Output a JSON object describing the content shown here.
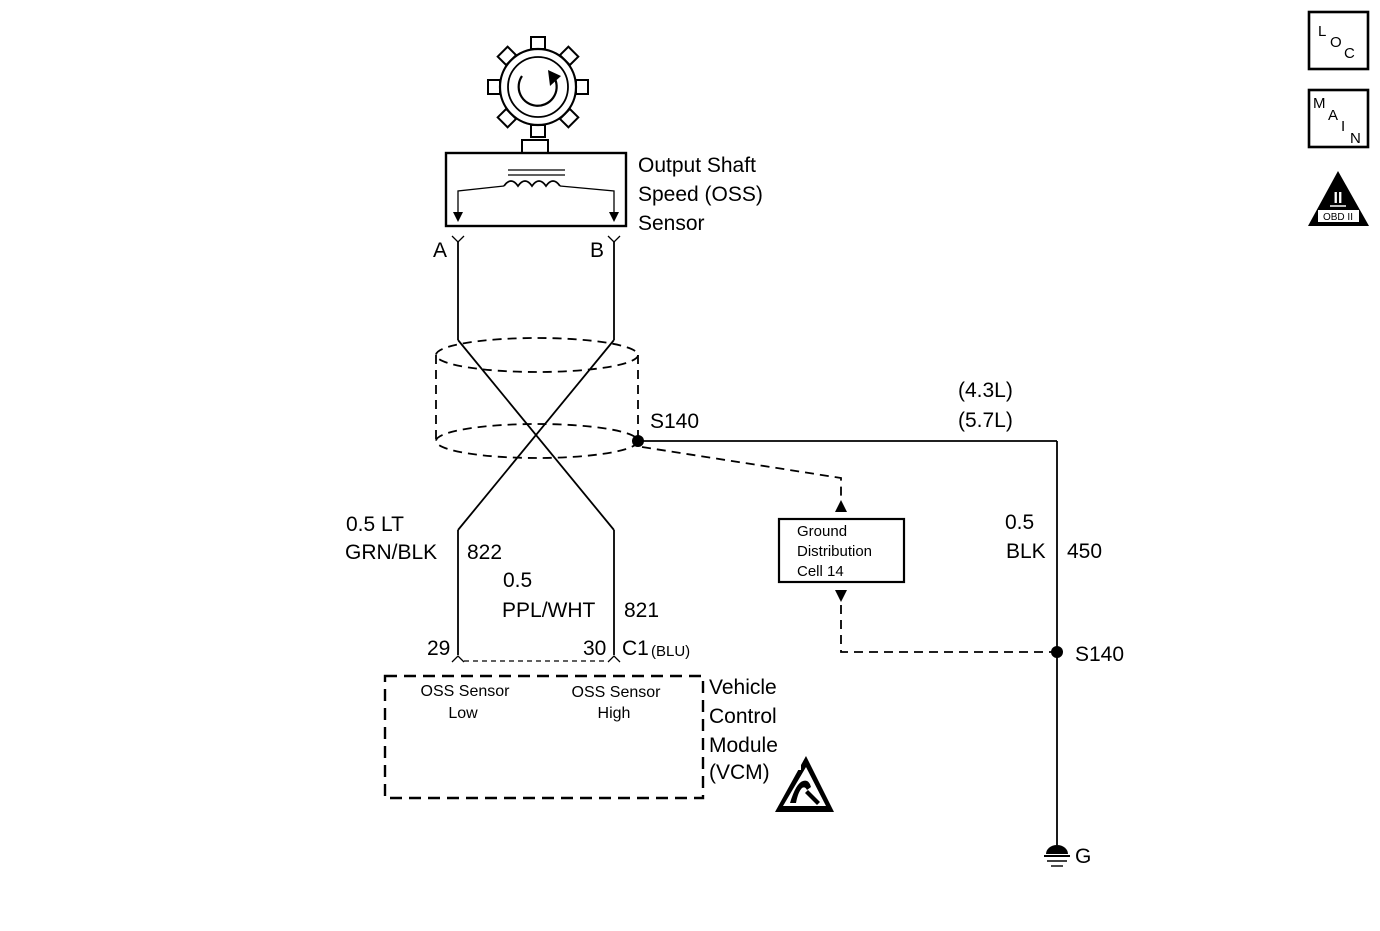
{
  "sensor": {
    "title_line1": "Output Shaft",
    "title_line2": "Speed (OSS)",
    "title_line3": "Sensor",
    "pin_a": "A",
    "pin_b": "B"
  },
  "wires": {
    "left_size": "0.5 LT",
    "left_color": "GRN/BLK",
    "left_circuit": "822",
    "right_size": "0.5",
    "right_color": "PPL/WHT",
    "right_circuit": "821",
    "ground_size": "0.5",
    "ground_color": "BLK",
    "ground_circuit": "450"
  },
  "splices": {
    "top": "S140",
    "bottom": "S140"
  },
  "engine_options": {
    "line1": "(4.3L)",
    "line2": "(5.7L)"
  },
  "ground_cell": {
    "line1": "Ground",
    "line2": "Distribution",
    "line3": "Cell 14"
  },
  "connector": {
    "pin_low": "29",
    "pin_high": "30",
    "name": "C1",
    "color": "(BLU)"
  },
  "vcm": {
    "low_line1": "OSS Sensor",
    "low_line2": "Low",
    "high_line1": "OSS Sensor",
    "high_line2": "High",
    "title_line1": "Vehicle",
    "title_line2": "Control",
    "title_line3": "Module",
    "title_line4": "(VCM)"
  },
  "ground": {
    "label": "G"
  },
  "side_icons": {
    "loc": [
      "L",
      "O",
      "C"
    ],
    "main": [
      "M",
      "A",
      "I",
      "N"
    ],
    "obd_mark": "II",
    "obd_label": "OBD II"
  }
}
